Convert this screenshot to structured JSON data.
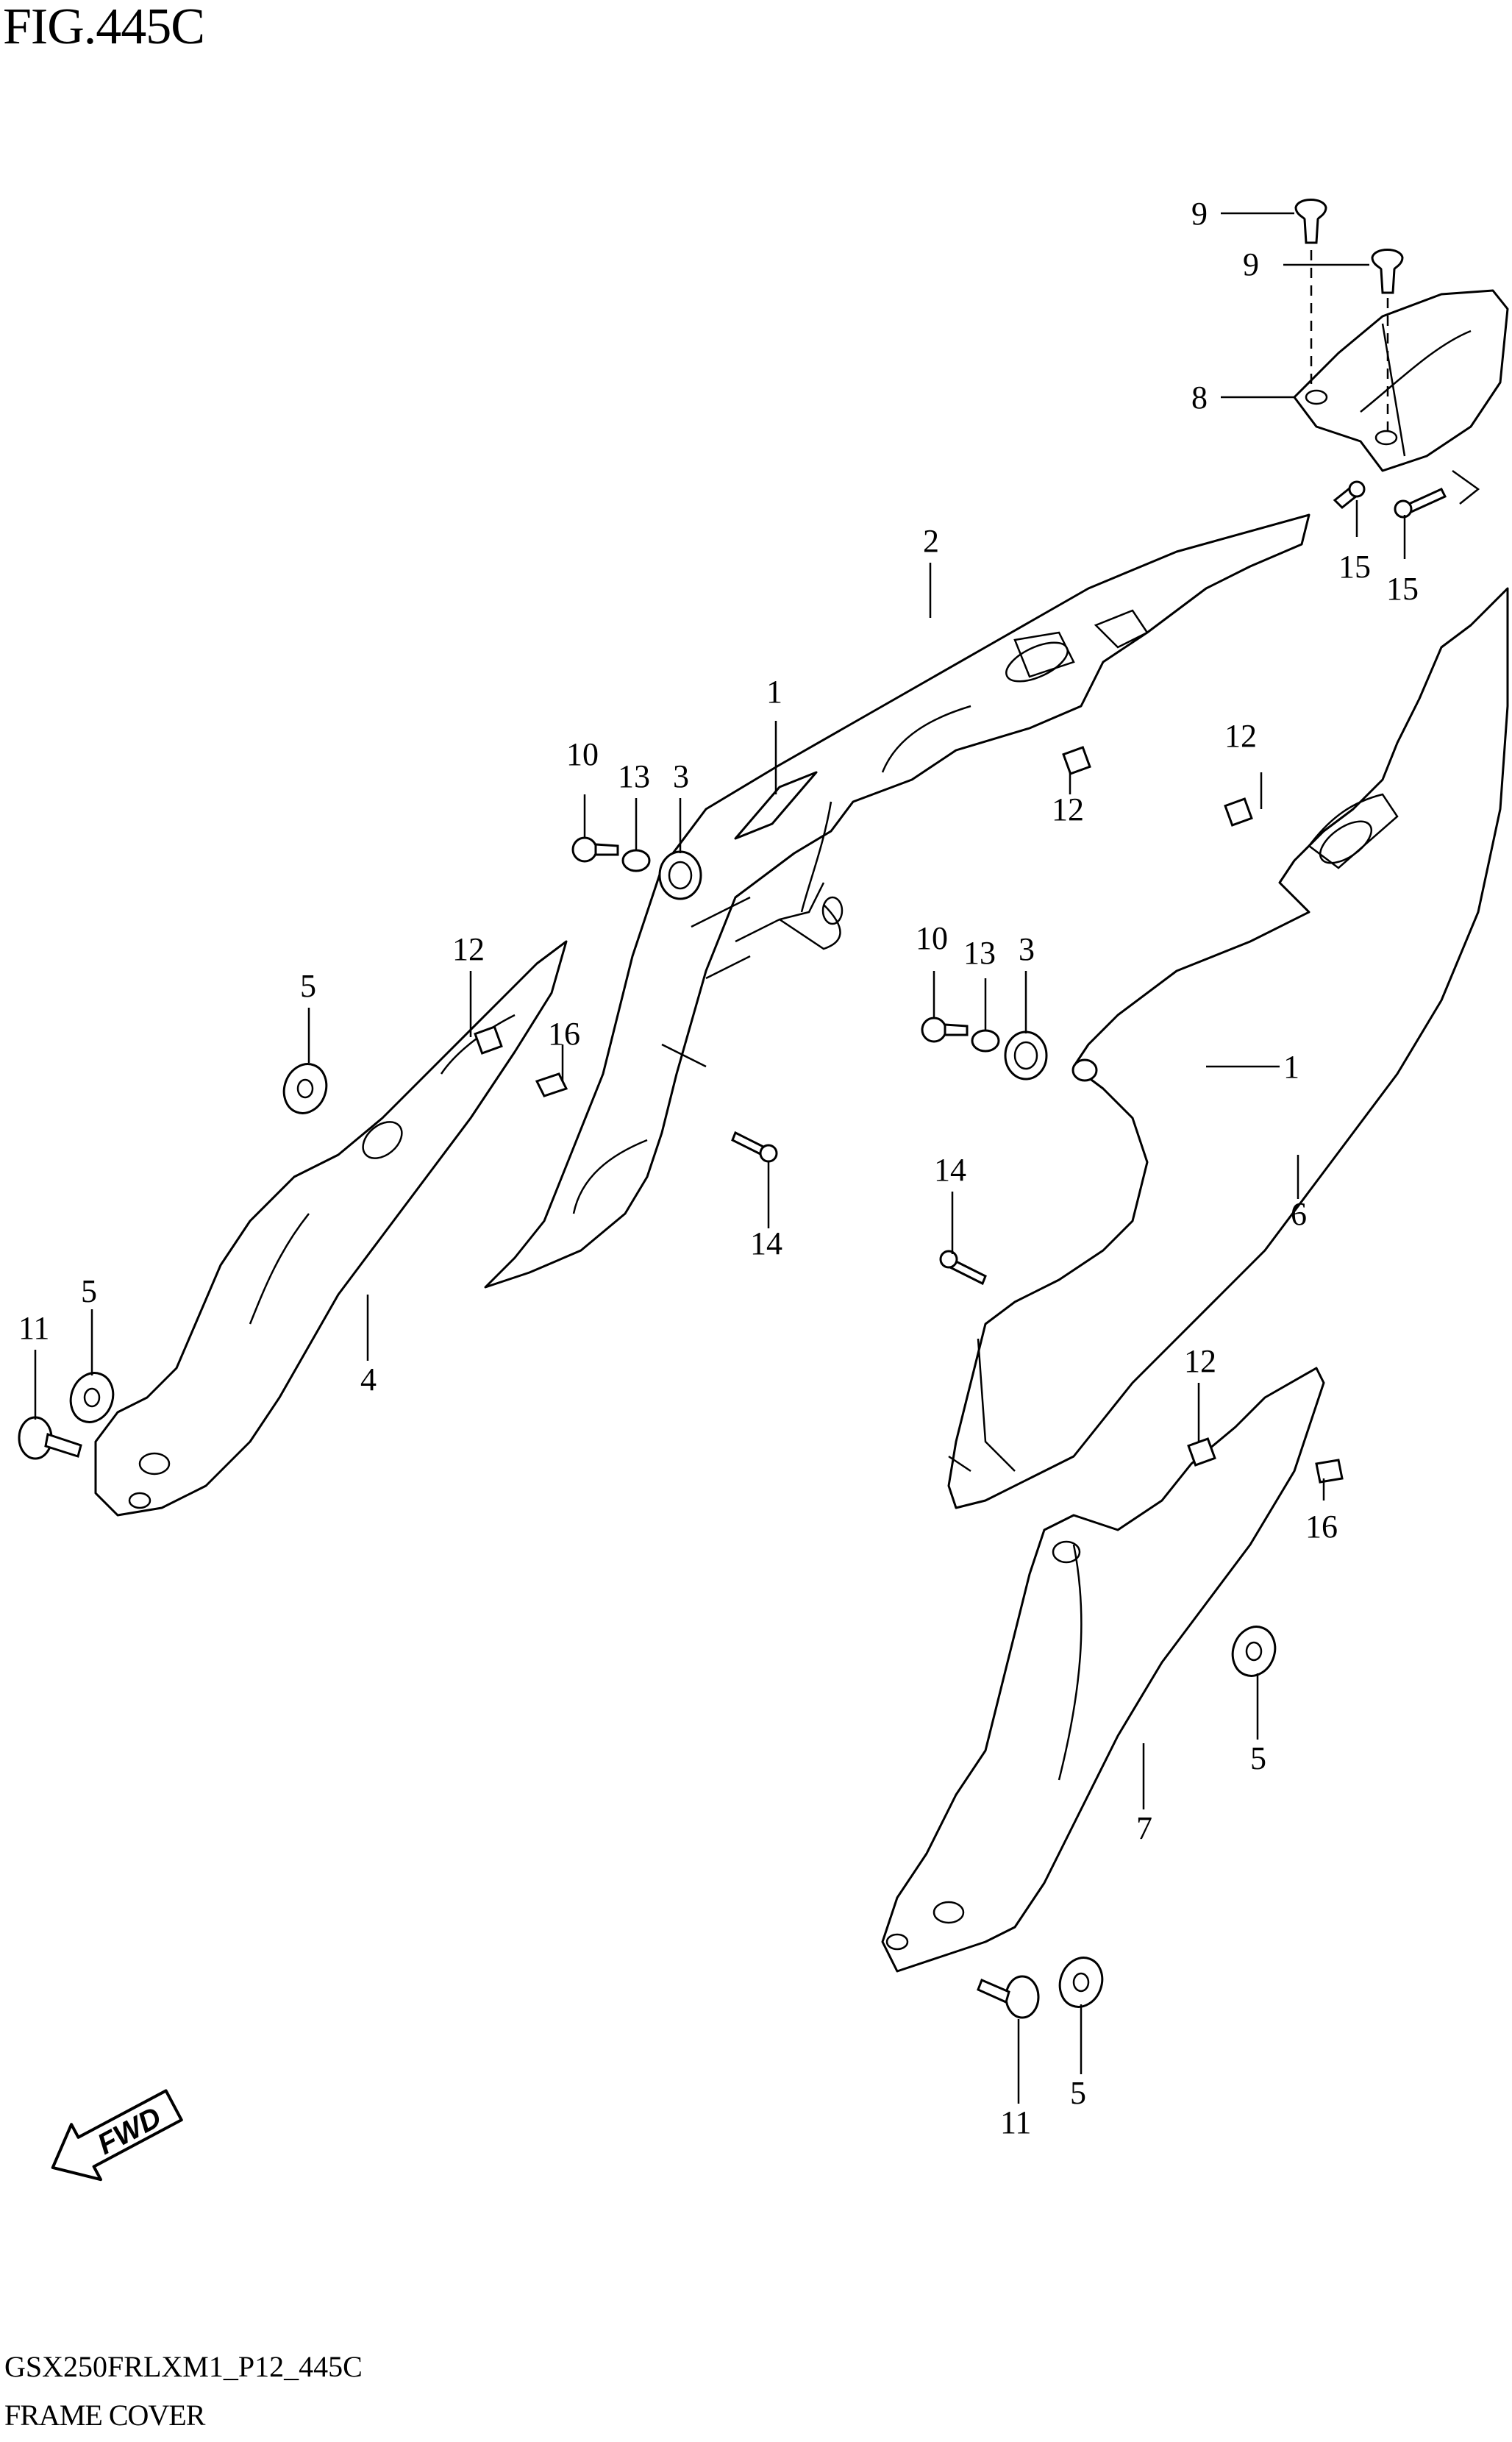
{
  "figure_title": "FIG.445C",
  "model_code": "GSX250FRLXM1_P12_445C",
  "section_name": "FRAME COVER",
  "direction_label": "FWD",
  "callouts": {
    "c9a": "9",
    "c9b": "9",
    "c8": "8",
    "c15a": "15",
    "c15b": "15",
    "c2": "2",
    "c1a": "1",
    "c10a": "10",
    "c13a": "13",
    "c3a": "3",
    "c12a": "12",
    "c12b": "12",
    "c12c": "12",
    "c5a": "5",
    "c16a": "16",
    "c10b": "10",
    "c13b": "13",
    "c3b": "3",
    "c1b": "1",
    "c14a": "14",
    "c14b": "14",
    "c6": "6",
    "c5b": "5",
    "c11a": "11",
    "c4": "4",
    "c12d": "12",
    "c16b": "16",
    "c5c": "5",
    "c7": "7",
    "c5d": "5",
    "c11b": "11"
  }
}
